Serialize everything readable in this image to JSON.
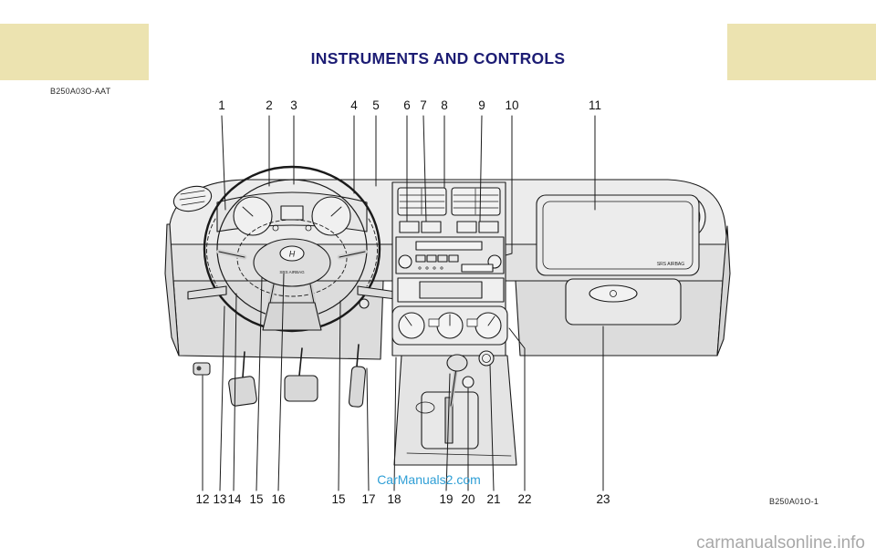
{
  "page": {
    "title": "INSTRUMENTS AND CONTROLS",
    "figure_code_top": "B250A03O-AAT",
    "figure_code_bottom": "B250A01O-1",
    "watermark_center": "CarManuals2.com",
    "watermark_corner": "carmanualsonline.info"
  },
  "callouts": {
    "top": [
      "1",
      "2",
      "3",
      "4",
      "5",
      "6",
      "7",
      "8",
      "9",
      "10",
      "11"
    ],
    "bottom": [
      "12",
      "13",
      "14",
      "15",
      "16",
      "15",
      "17",
      "18",
      "19",
      "20",
      "21",
      "22",
      "23"
    ]
  },
  "figure_labels": {
    "wheel_airbag": "SRS AIRBAG",
    "passenger_airbag": "SRS AIRBAG",
    "logo_glyph": "H"
  },
  "colors": {
    "band": "#ece3b0",
    "title_navy": "#1c1c74",
    "watermark_blue": "#2f9fd6",
    "corner_gray": "#a8a8a8",
    "line_art": "#1a1a1a"
  }
}
